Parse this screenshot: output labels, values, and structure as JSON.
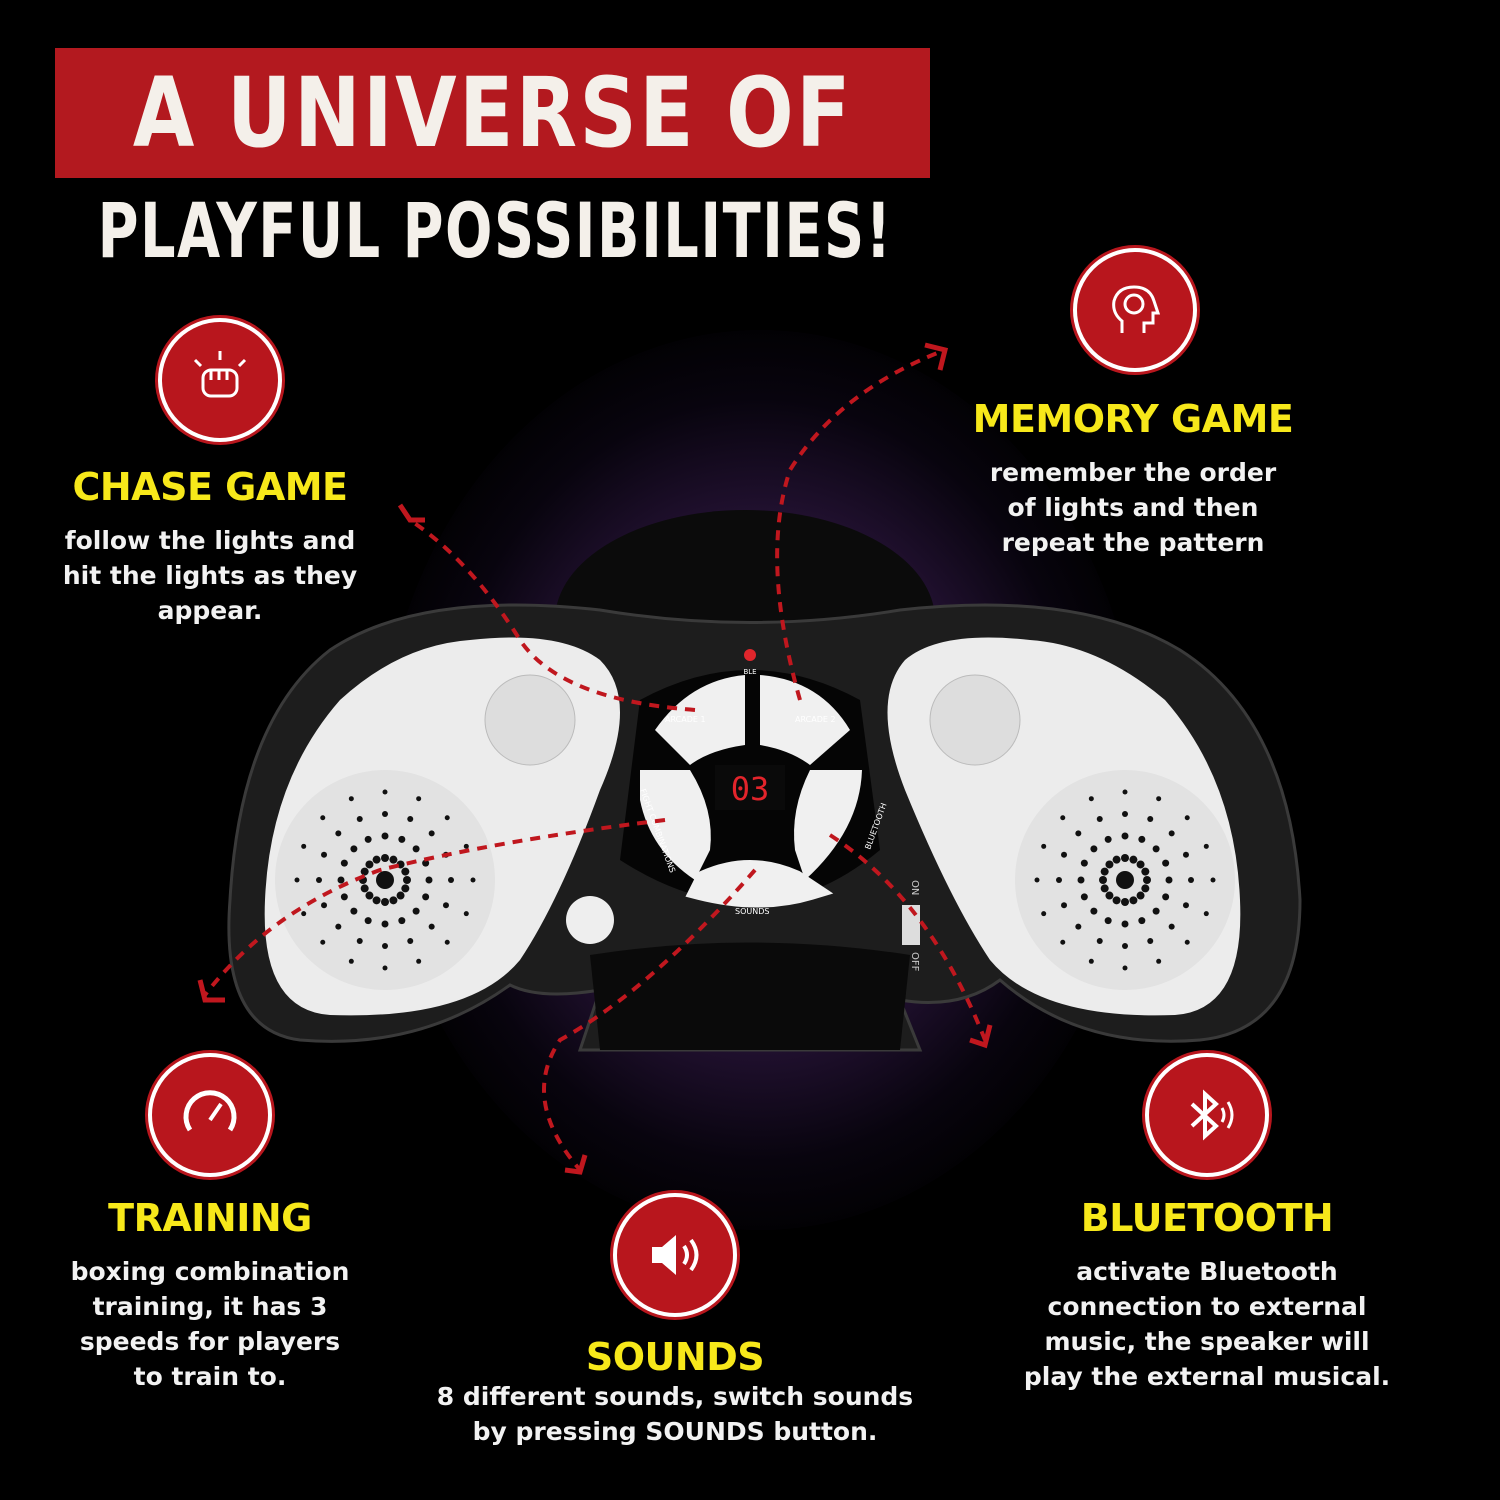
{
  "header": {
    "line1": "A UNIVERSE OF",
    "line2": "PLAYFUL POSSIBILITIES!"
  },
  "colors": {
    "banner": "#b3191f",
    "title_yellow": "#f7e81a",
    "icon_red": "#b8161d",
    "arrow_red": "#c0171e"
  },
  "features": [
    {
      "id": "chase",
      "icon": "fist-icon",
      "title": "CHASE GAME",
      "desc": [
        "follow the lights and",
        "hit the lights as they",
        "appear."
      ]
    },
    {
      "id": "memory",
      "icon": "brain-head-icon",
      "title": "MEMORY GAME",
      "desc": [
        "remember the order",
        "of lights and then",
        "repeat the pattern"
      ]
    },
    {
      "id": "training",
      "icon": "speedometer-icon",
      "title": "TRAINING",
      "desc": [
        "boxing combination",
        "training, it has 3",
        "speeds for players",
        "to train to."
      ]
    },
    {
      "id": "sounds",
      "icon": "speaker-icon",
      "title": "SOUNDS",
      "desc": [
        "8 different sounds, switch sounds",
        "by pressing SOUNDS button."
      ]
    },
    {
      "id": "bluetooth",
      "icon": "bluetooth-icon",
      "title": "BLUETOOTH",
      "desc": [
        "activate Bluetooth",
        "connection to external",
        "music, the speaker will",
        "play the external musical."
      ]
    }
  ],
  "device": {
    "display": "03",
    "ble": "BLE",
    "buttons": [
      "ARCADE 1",
      "ARCADE 2",
      "FIGHT COMBINATIONS",
      "BLUETOOTH",
      "SOUNDS"
    ],
    "switch_on": "ON",
    "switch_off": "OFF"
  }
}
